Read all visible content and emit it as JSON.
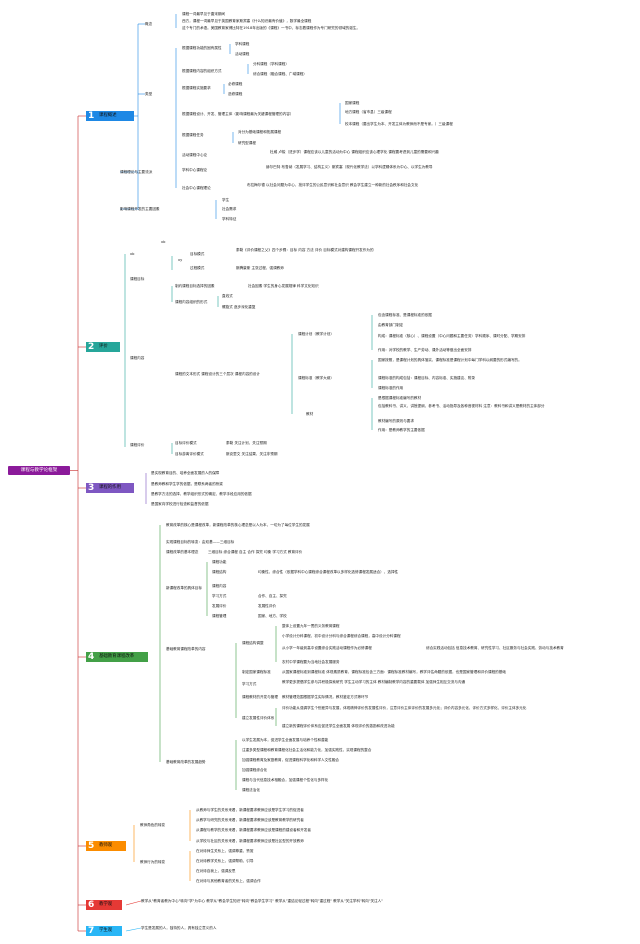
{
  "root": "课程与教学论框架",
  "branches": [
    {
      "num": "1",
      "label": "课程概述",
      "color": "#1e88e5"
    },
    {
      "num": "2",
      "label": "评价",
      "color": "#26a69a"
    },
    {
      "num": "3",
      "label": "课程的作用",
      "color": "#7e57c2"
    },
    {
      "num": "4",
      "label": "基础教育课程改革",
      "color": "#43a047"
    },
    {
      "num": "5",
      "label": "教师观",
      "color": "#fb8c00"
    },
    {
      "num": "6",
      "label": "教学观",
      "color": "#e53935"
    },
    {
      "num": "7",
      "label": "学生观",
      "color": "#29b6f6"
    }
  ],
  "nodes": {
    "b1": [
      "概念",
      "课程一词最早见于唐宋期间",
      "西方，课程一词最早见于英国教育家斯宾塞《什么知识最有价值》，数学最全课程",
      "这个专门的术语。美国教育家博比特在1918年出版的《课程》一书中，标志着课程作为专门研究的领域的诞生。",
      "类型",
      "根据课程功能的固有属性",
      "学科课程",
      "活动课程",
      "根据课程内容的组织方式",
      "分科课程（学科课程）",
      "综合课程（融合课程、广域课程）",
      "根据课程实施要求",
      "必修课程",
      "选修课程",
      "根据课程设计、开发、管理主体（影响课程最为关键课程管理的内容）",
      "国家课程",
      "地方课程（省市县）三级课程",
      "校本课程（要出学生为本、开发主体为教师而不是专家。）三级课程",
      "根据课程任务",
      "对分为基础课程和拓展课程",
      "研究型课程",
      "课程理论与主要流派",
      "活动课程中心论",
      "杜威 卢梭（进步学）课程应该以儿童的活动为中心 课程组织应该心理学化 课程要考虑到儿童的需要和兴趣",
      "学科中心课程论",
      "赫尔巴特 布鲁纳（发展学习、结构主义）斯宾塞（现代化教学法）以学科逻辑体系为中心、以学生为教导",
      "社会中心课程理论",
      "布拉梅尔德 以社会问题为中心，批评学生的公民意识和社会意识 教会学生建立一种新的社会秩序和社会文化",
      "影响课程开发的主要因素",
      "学生",
      "社会需求",
      "学科特征"
    ],
    "b2": [
      "xb",
      "xb",
      "xy",
      "目标模式",
      "泰勒《评价课程之父》四个步骤：目标 内容 方法 评价 目标模式对建构课程开发作为的",
      "过程模式",
      "斯腾豪斯 主张过程，强调教师",
      "课程目标",
      "制约课程目标选择的因素",
      "社会因素 学生的身心发展规律 科学文化知识",
      "课程内容组织的形式",
      "直线式",
      "螺旋式 逐步深化重复",
      "课程内容",
      "课程的文本形式 课程设计的三个层次 课程内容的设计",
      "课程计划（教学计划）",
      "包含课程标准、是课程标准的依据",
      "由教育部门制定",
      "构成：课程标准（核心）、课程设置（中心问题和主要任务）学科顺序、课时分配、学期安排",
      "作用：对学校的教学、生产劳动、课外活动等做出全面安排",
      "课程标准（教学大纲）",
      "国家按照，是课程计划的具体落实、课程标准是课程计划中每门学科以纲要的形式编写的。",
      "课程标准的构成包括：课程目标、内容标准、实施建议、附录",
      "课程标准的作用",
      "教材",
      "是根据课程标准编写的教材",
      "包括教科书、讲义、讲授提纲、参考书、活动指导及各种音视材料 注意：教科书和讲义是教材的主体部分",
      "教材编写的原则与要求",
      "作用：是教师教学的主要依据",
      "课程评价",
      "目标评价模式",
      "泰勒 关注计划、关注预期",
      "目标游离评价模式",
      "斯克里文 关注结果、关注非预期"
    ],
    "b3": [
      "是实现教育目的、培养全面发展的人的保障",
      "是教师教和学生学的依据，是联系两者的桥梁",
      "是教学方法的选择、教学组织形式的确定、教学手段应用的依据",
      "是国家向学校进行检查和监督的依据"
    ],
    "b4": [
      "教育改革的核心是课程改革，新课程改革的核心理念是以人为本，一切为了每位学生的发展",
      "实现课程目标的转变：由双基——三维目标",
      "课程改革的基本理念",
      "三维目标 综合课程 自主 合作 探究 均衡 学习方式 教育评价",
      "新课程改革的具体目标",
      "课程功能",
      "课程结构",
      "均衡性、综合性（依据学科中心课程综合课程改革以多样化选修课程发展适合）、选择性",
      "课程内容",
      "学习方式",
      "合作、自主、探究",
      "发展评价",
      "发展性评价",
      "课程管理",
      "国家、地方、学校",
      "基础教育课程改革的内容",
      "课程结构调整",
      "整体上设置九年一贯的义务教育课程",
      "小学设计分科课程，初中设计分科与综合课程综合课程，高中设计分科课程",
      "从小学一年级到高中设置综合实践活动课程作为必修课程",
      "综合实践活动包括 信息技术教育、研究性学习、社区服务与社会实践、劳动与技术教育",
      "农村中学课程要为当地社会发展服务",
      "制定国家课程标准",
      "从国家课程标准到课程标准 体现素质教育，课程标准包含三方面：课程标准教材编写，教学评估命题的依据，也是国家管理和评价课程的基础",
      "学习方式",
      "教学更多提倡学生参与并积极探索研究 学生主动学习的主体 教材编制教学内容的重要载体 加强师生相互交流与沟通",
      "课程教材的开发与管理",
      "教材管理范围根据学生实际情况，教材鉴定方式等环节",
      "建立发展性评价体系",
      "评价功能从强调学生个别差异与发展，体现精神评价的发展性评价，注意评价主体评价的发展多元化；评价内容多元化、评价方式多样化、评价主体多元化",
      "建立新的课程评价体系应促进学生全面发展 体现评价的激励和改进功能",
      "基础教育改革的发展趋势",
      "以学生发展为本，促进学生全面发展与培养个性和潜能",
      "注重多类型课程和教育课程化社会主活化和能力化，加强实践性，实现课程的整合",
      "加强课程教育及家庭教育，促进课程科学化和科学人文性融合",
      "加强课程综合化",
      "课程与当代信息技术相融合，加强课程个性化与多样化",
      "课程法治化"
    ],
    "b5": [
      "教师角色的转变",
      "从教师与学生的关系来看，新课程要求教师应该是学生学习的促进者",
      "从教学与研究的关系来看，新课程要求教师应该是教育教学的研究者",
      "从课程与教学的关系来看，新课程要求教师应该是课程的建设者和开发者",
      "从学校与社区的关系来看，新课程要求教师应该是社区型的开放教师",
      "教师行为的转变",
      "在对待师生关系上，强调尊重、赞赏",
      "在对待教学关系上，强调帮助、引导",
      "在对待自我上，强调反思",
      "在对待与其他教育者的关系上，强调合作"
    ],
    "b6": [
      "教学从\"教育者教为中心\"转向\"学\"为中心 教学从\"教会学生知识\"转向\"教会学生学习\" 教学从\"重结论轻过程\"转向\"重过程\" 教学从\"关注学科\"转向\"关注人\""
    ],
    "b7": [
      "学生是发展的人，独特的人，具有独立意义的人"
    ]
  }
}
